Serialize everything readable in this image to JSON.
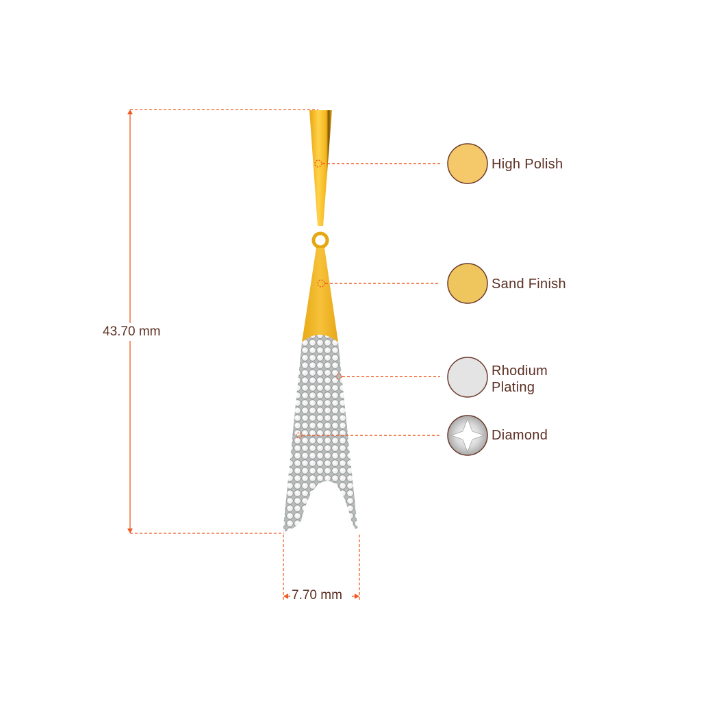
{
  "dimensions": {
    "height_label": "43.70 mm",
    "width_label": "7.70 mm"
  },
  "legend": [
    {
      "label_line1": "High Polish",
      "label_line2": "",
      "swatch": "#f5c86a"
    },
    {
      "label_line1": "Sand Finish",
      "label_line2": "",
      "swatch": "#efc55e"
    },
    {
      "label_line1": "Rhodium",
      "label_line2": "Plating",
      "swatch": "#e4e4e4"
    },
    {
      "label_line1": "Diamond",
      "label_line2": "",
      "swatch": "#dcdcdc"
    }
  ],
  "colors": {
    "accent": "#f05a22",
    "text": "#5a2e22",
    "gold": "#f2b81c",
    "border": "#6b3a2c"
  }
}
